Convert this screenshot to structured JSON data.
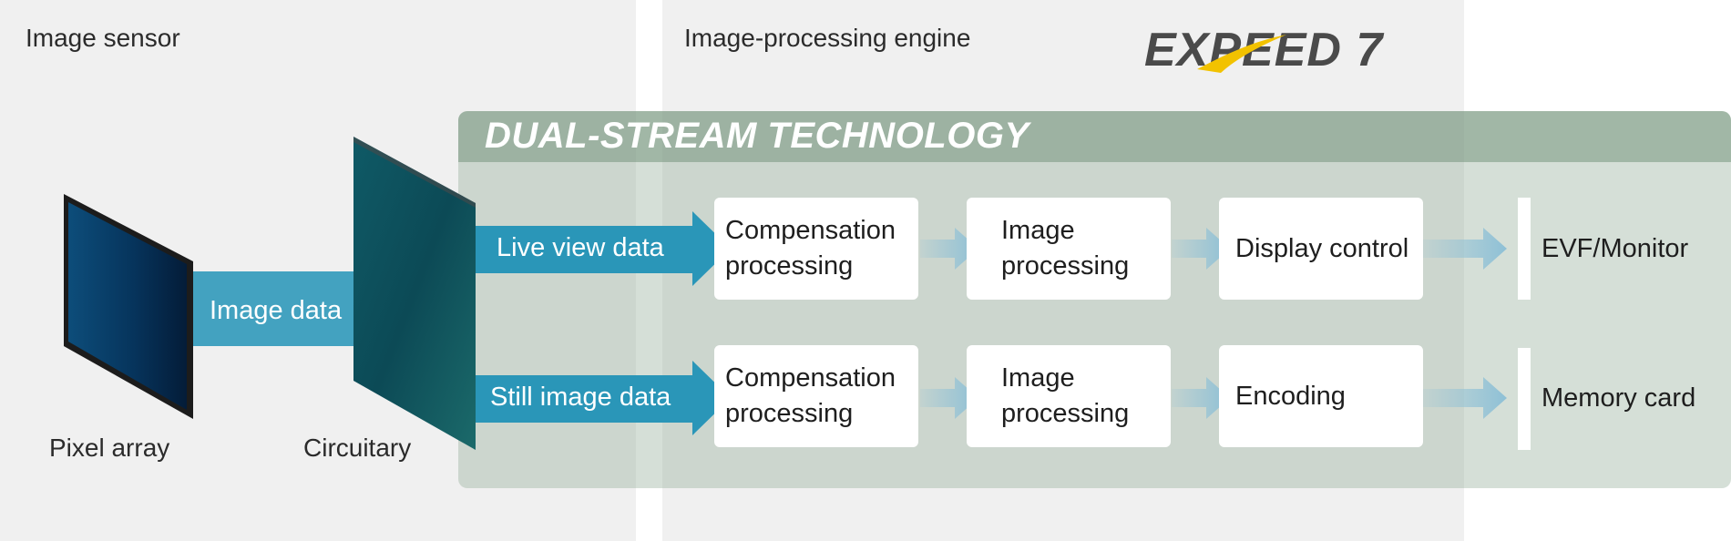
{
  "sections": {
    "sensor_label": "Image sensor",
    "engine_label": "Image-processing engine"
  },
  "logo": {
    "text": "EXPEED 7"
  },
  "dual_stream": {
    "title": "DUAL-STREAM TECHNOLOGY"
  },
  "sensor": {
    "pixel_array_label": "Pixel array",
    "circuitry_label": "Circuitary",
    "image_data_label": "Image data"
  },
  "streams": [
    {
      "input_label": "Live view data",
      "steps": [
        "Compensation\nprocessing",
        "Image\nprocessing",
        "Display control"
      ],
      "output_label": "EVF/Monitor"
    },
    {
      "input_label": "Still image data",
      "steps": [
        "Compensation\nprocessing",
        "Image\nprocessing",
        "Encoding"
      ],
      "output_label": "Memory card"
    }
  ],
  "colors": {
    "panel_bg": "#f0f0f0",
    "arrow_teal": "#2a96b8",
    "small_arrow": "#8ec0d6",
    "green_box": "#9ab2a0",
    "logo_gray": "#4a4a4a",
    "logo_yellow": "#f2c200"
  }
}
